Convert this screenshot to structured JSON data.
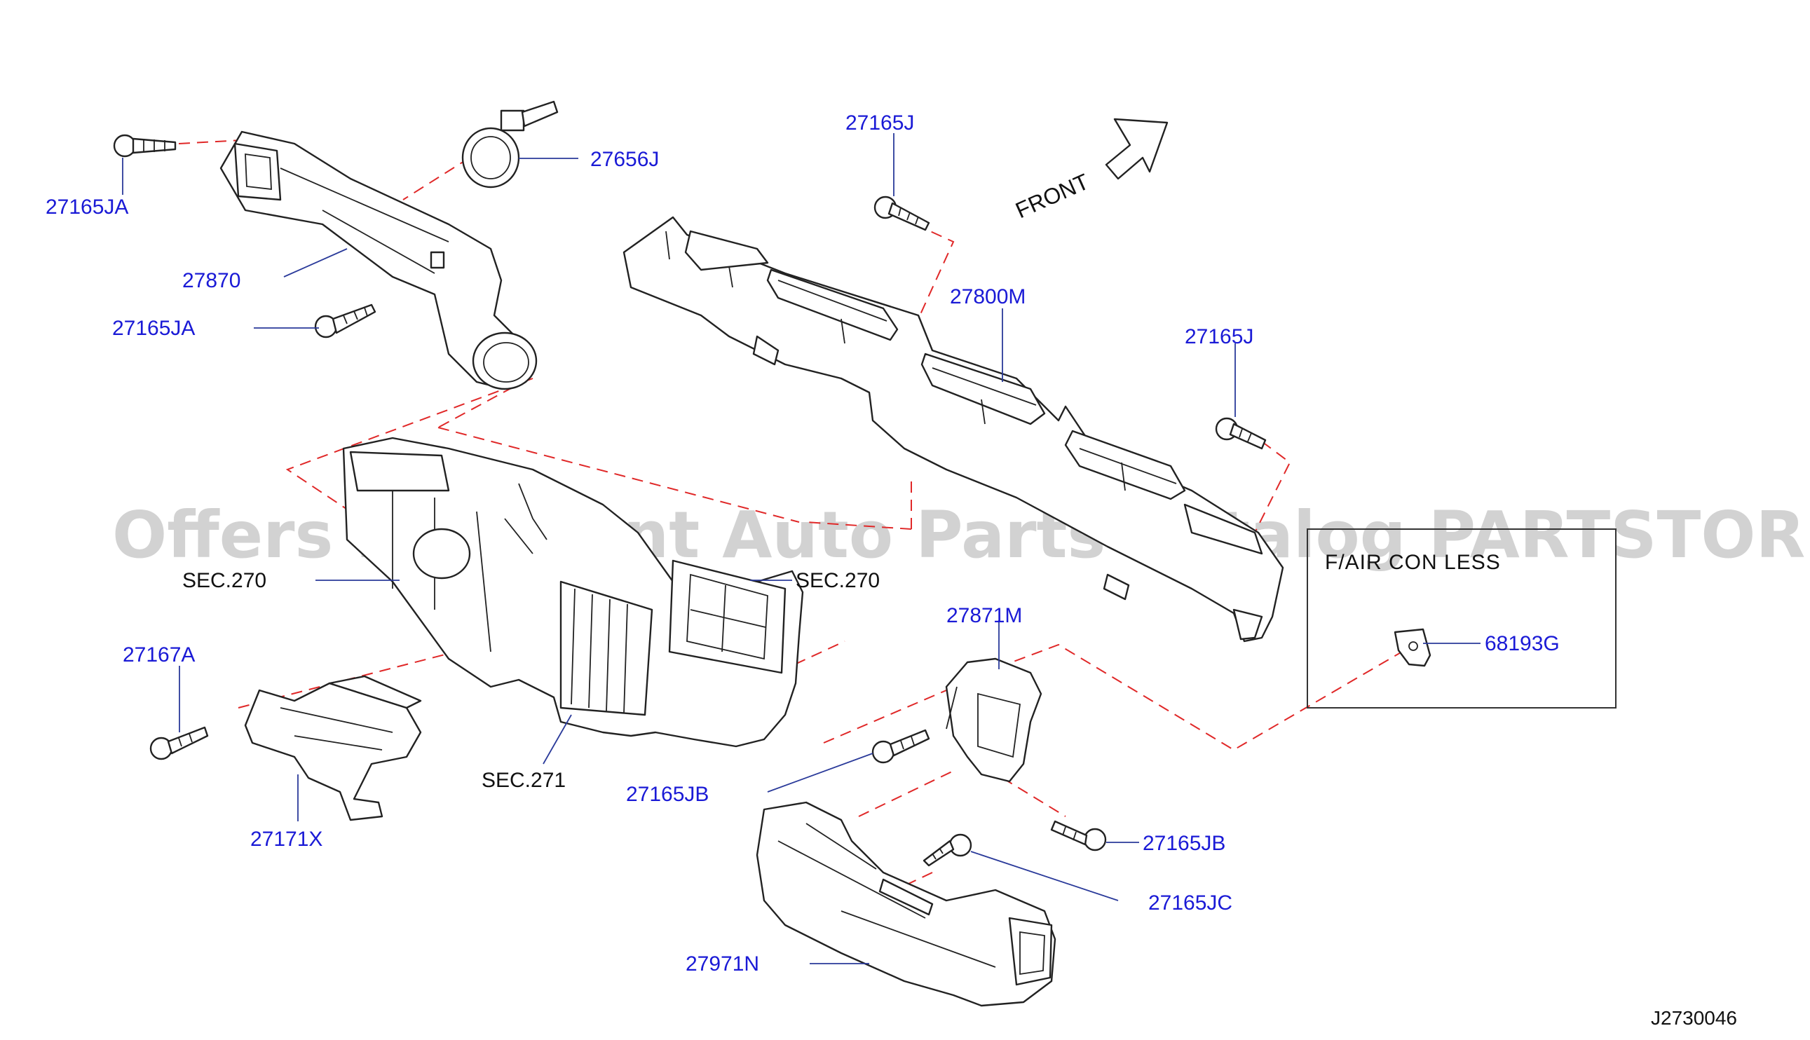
{
  "watermark": "Offers Merchant Auto Parts Catalog PARTSTORE.SA",
  "front_label": "FRONT",
  "diagram_code": "J2730046",
  "option_box": {
    "title": "F/AIR  CON  LESS"
  },
  "colors": {
    "part_number": "#1a1ad6",
    "dashed_link": "#e02828",
    "leader": "#2a3a9a",
    "outline": "#222222"
  },
  "parts": [
    {
      "id": "p1",
      "number": "27165JA"
    },
    {
      "id": "p2",
      "number": "27656J"
    },
    {
      "id": "p3",
      "number": "27870"
    },
    {
      "id": "p4",
      "number": "27165JA"
    },
    {
      "id": "p5",
      "number": "27165J"
    },
    {
      "id": "p6",
      "number": "27800M"
    },
    {
      "id": "p7",
      "number": "27165J"
    },
    {
      "id": "p8",
      "number": "SEC.270"
    },
    {
      "id": "p9",
      "number": "SEC.270"
    },
    {
      "id": "p10",
      "number": "27167A"
    },
    {
      "id": "p11",
      "number": "27871M"
    },
    {
      "id": "p12",
      "number": "68193G"
    },
    {
      "id": "p13",
      "number": "SEC.271"
    },
    {
      "id": "p14",
      "number": "27165JB"
    },
    {
      "id": "p15",
      "number": "27171X"
    },
    {
      "id": "p16",
      "number": "27165JB"
    },
    {
      "id": "p17",
      "number": "27165JC"
    },
    {
      "id": "p18",
      "number": "27971N"
    }
  ]
}
